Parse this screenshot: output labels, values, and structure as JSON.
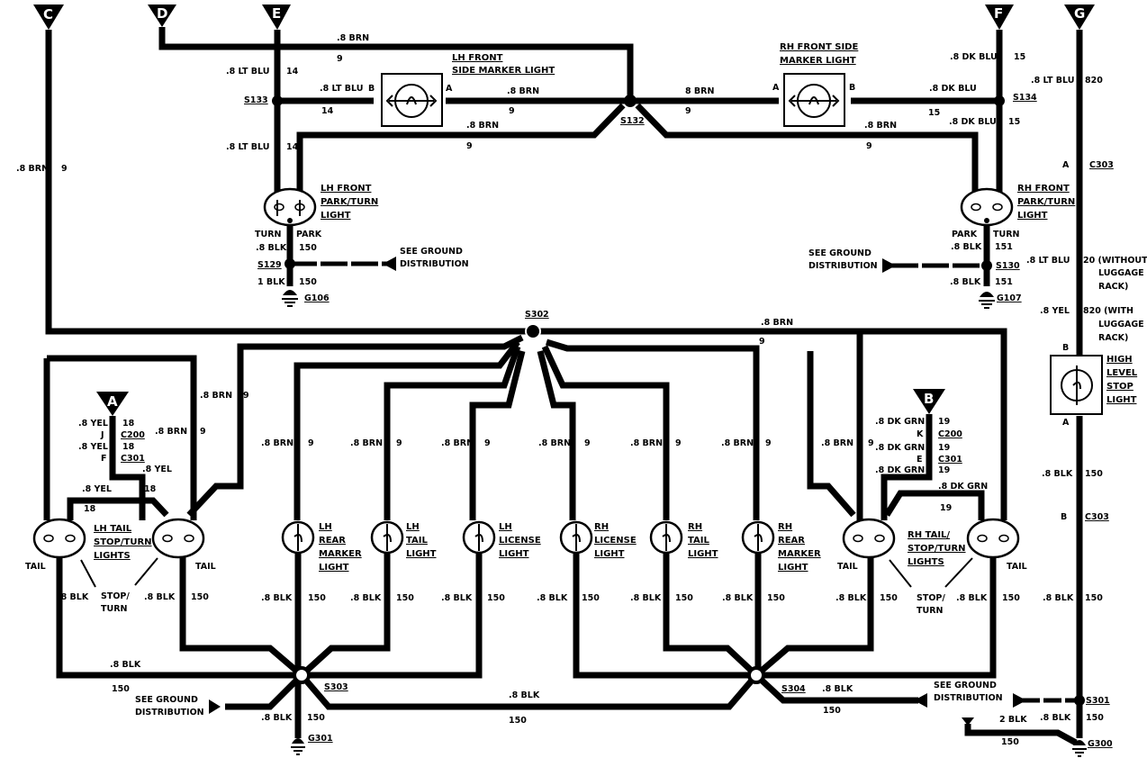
{
  "diagram": {
    "type": "wiring-schematic",
    "subject": "Exterior lighting: park, tail, side marker, license, stop/turn lamps"
  },
  "connectors_in": [
    "C",
    "D",
    "E",
    "F",
    "G",
    "A",
    "B"
  ],
  "components": {
    "lh_front_side_marker": [
      "LH FRONT",
      "SIDE MARKER LIGHT"
    ],
    "rh_front_side_marker": [
      "RH FRONT SIDE",
      "MARKER LIGHT"
    ],
    "lh_front_park_turn": [
      "LH FRONT",
      "PARK/TURN",
      "LIGHT"
    ],
    "rh_front_park_turn": [
      "RH FRONT",
      "PARK/TURN",
      "LIGHT"
    ],
    "high_level_stop": [
      "HIGH",
      "LEVEL",
      "STOP",
      "LIGHT"
    ],
    "lh_tail_stop_turn": [
      "LH TAIL",
      "STOP/TURN",
      "LIGHTS"
    ],
    "rh_tail_stop_turn": [
      "RH TAIL/",
      "STOP/TURN",
      "LIGHTS"
    ],
    "lh_rear_marker": [
      "LH",
      "REAR",
      "MARKER",
      "LIGHT"
    ],
    "lh_tail": [
      "LH",
      "TAIL",
      "LIGHT"
    ],
    "lh_license": [
      "LH",
      "LICENSE",
      "LIGHT"
    ],
    "rh_license": [
      "RH",
      "LICENSE",
      "LIGHT"
    ],
    "rh_tail": [
      "RH",
      "TAIL",
      "LIGHT"
    ],
    "rh_rear_marker": [
      "RH",
      "REAR",
      "MARKER",
      "LIGHT"
    ]
  },
  "splices": {
    "s129": "S129",
    "s130": "S130",
    "s132": "S132",
    "s133": "S133",
    "s134": "S134",
    "s301": "S301",
    "s302": "S302",
    "s303": "S303",
    "s304": "S304"
  },
  "grounds": {
    "g106": "G106",
    "g107": "G107",
    "g300": "G300",
    "g301": "G301"
  },
  "inline_connectors": {
    "c200": "C200",
    "c301": "C301",
    "c303": "C303"
  },
  "pins": {
    "a": "A",
    "b": "B",
    "j": "J",
    "f": "F",
    "k": "K",
    "e": "E"
  },
  "wires": {
    "brn": ".8 BRN",
    "brn_circuit": "9",
    "brn_alt": "8 BRN",
    "lt_blu": ".8 LT BLU",
    "lt_blu_circuit": "14",
    "dk_blu": ".8 DK BLU",
    "dk_blu_circuit": "15",
    "blk": ".8 BLK",
    "blk1": "1 BLK",
    "blk2": "2 BLK",
    "blk_circuit_150": "150",
    "blk_circuit_151": "151",
    "g_lt_blu_circuit": "820",
    "lt_blu_20": "20 (WITHOUT",
    "yel": ".8 YEL",
    "yel_820": "820 (WITH",
    "luggage": "LUGGAGE",
    "rack": "RACK)",
    "yel_circuit": "18",
    "dk_grn": ".8 DK GRN",
    "dk_grn_circuit": "19"
  },
  "labels": {
    "turn": "TURN",
    "park": "PARK",
    "tail": "TAIL",
    "stop": "STOP/",
    "turn2": "TURN",
    "see_ground": "SEE GROUND",
    "distribution": "DISTRIBUTION"
  }
}
